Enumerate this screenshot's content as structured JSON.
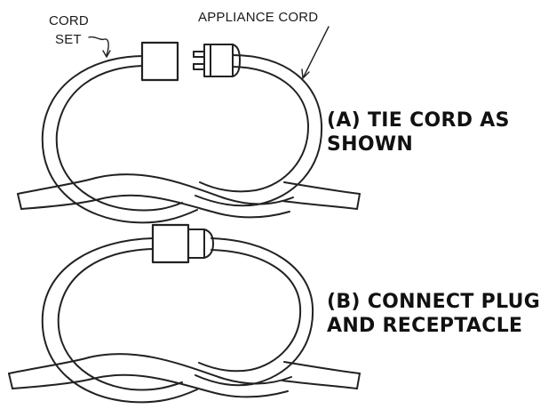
{
  "callouts": {
    "cord_set_line1": "CORD",
    "cord_set_line2": "SET",
    "appliance_cord": "APPLIANCE CORD"
  },
  "steps": {
    "a_line1": "(A) TIE CORD AS",
    "a_line2": "SHOWN",
    "b_line1": "(B) CONNECT PLUG",
    "b_line2": "AND RECEPTACLE"
  },
  "colors": {
    "line": "#222222",
    "background": "#ffffff"
  }
}
